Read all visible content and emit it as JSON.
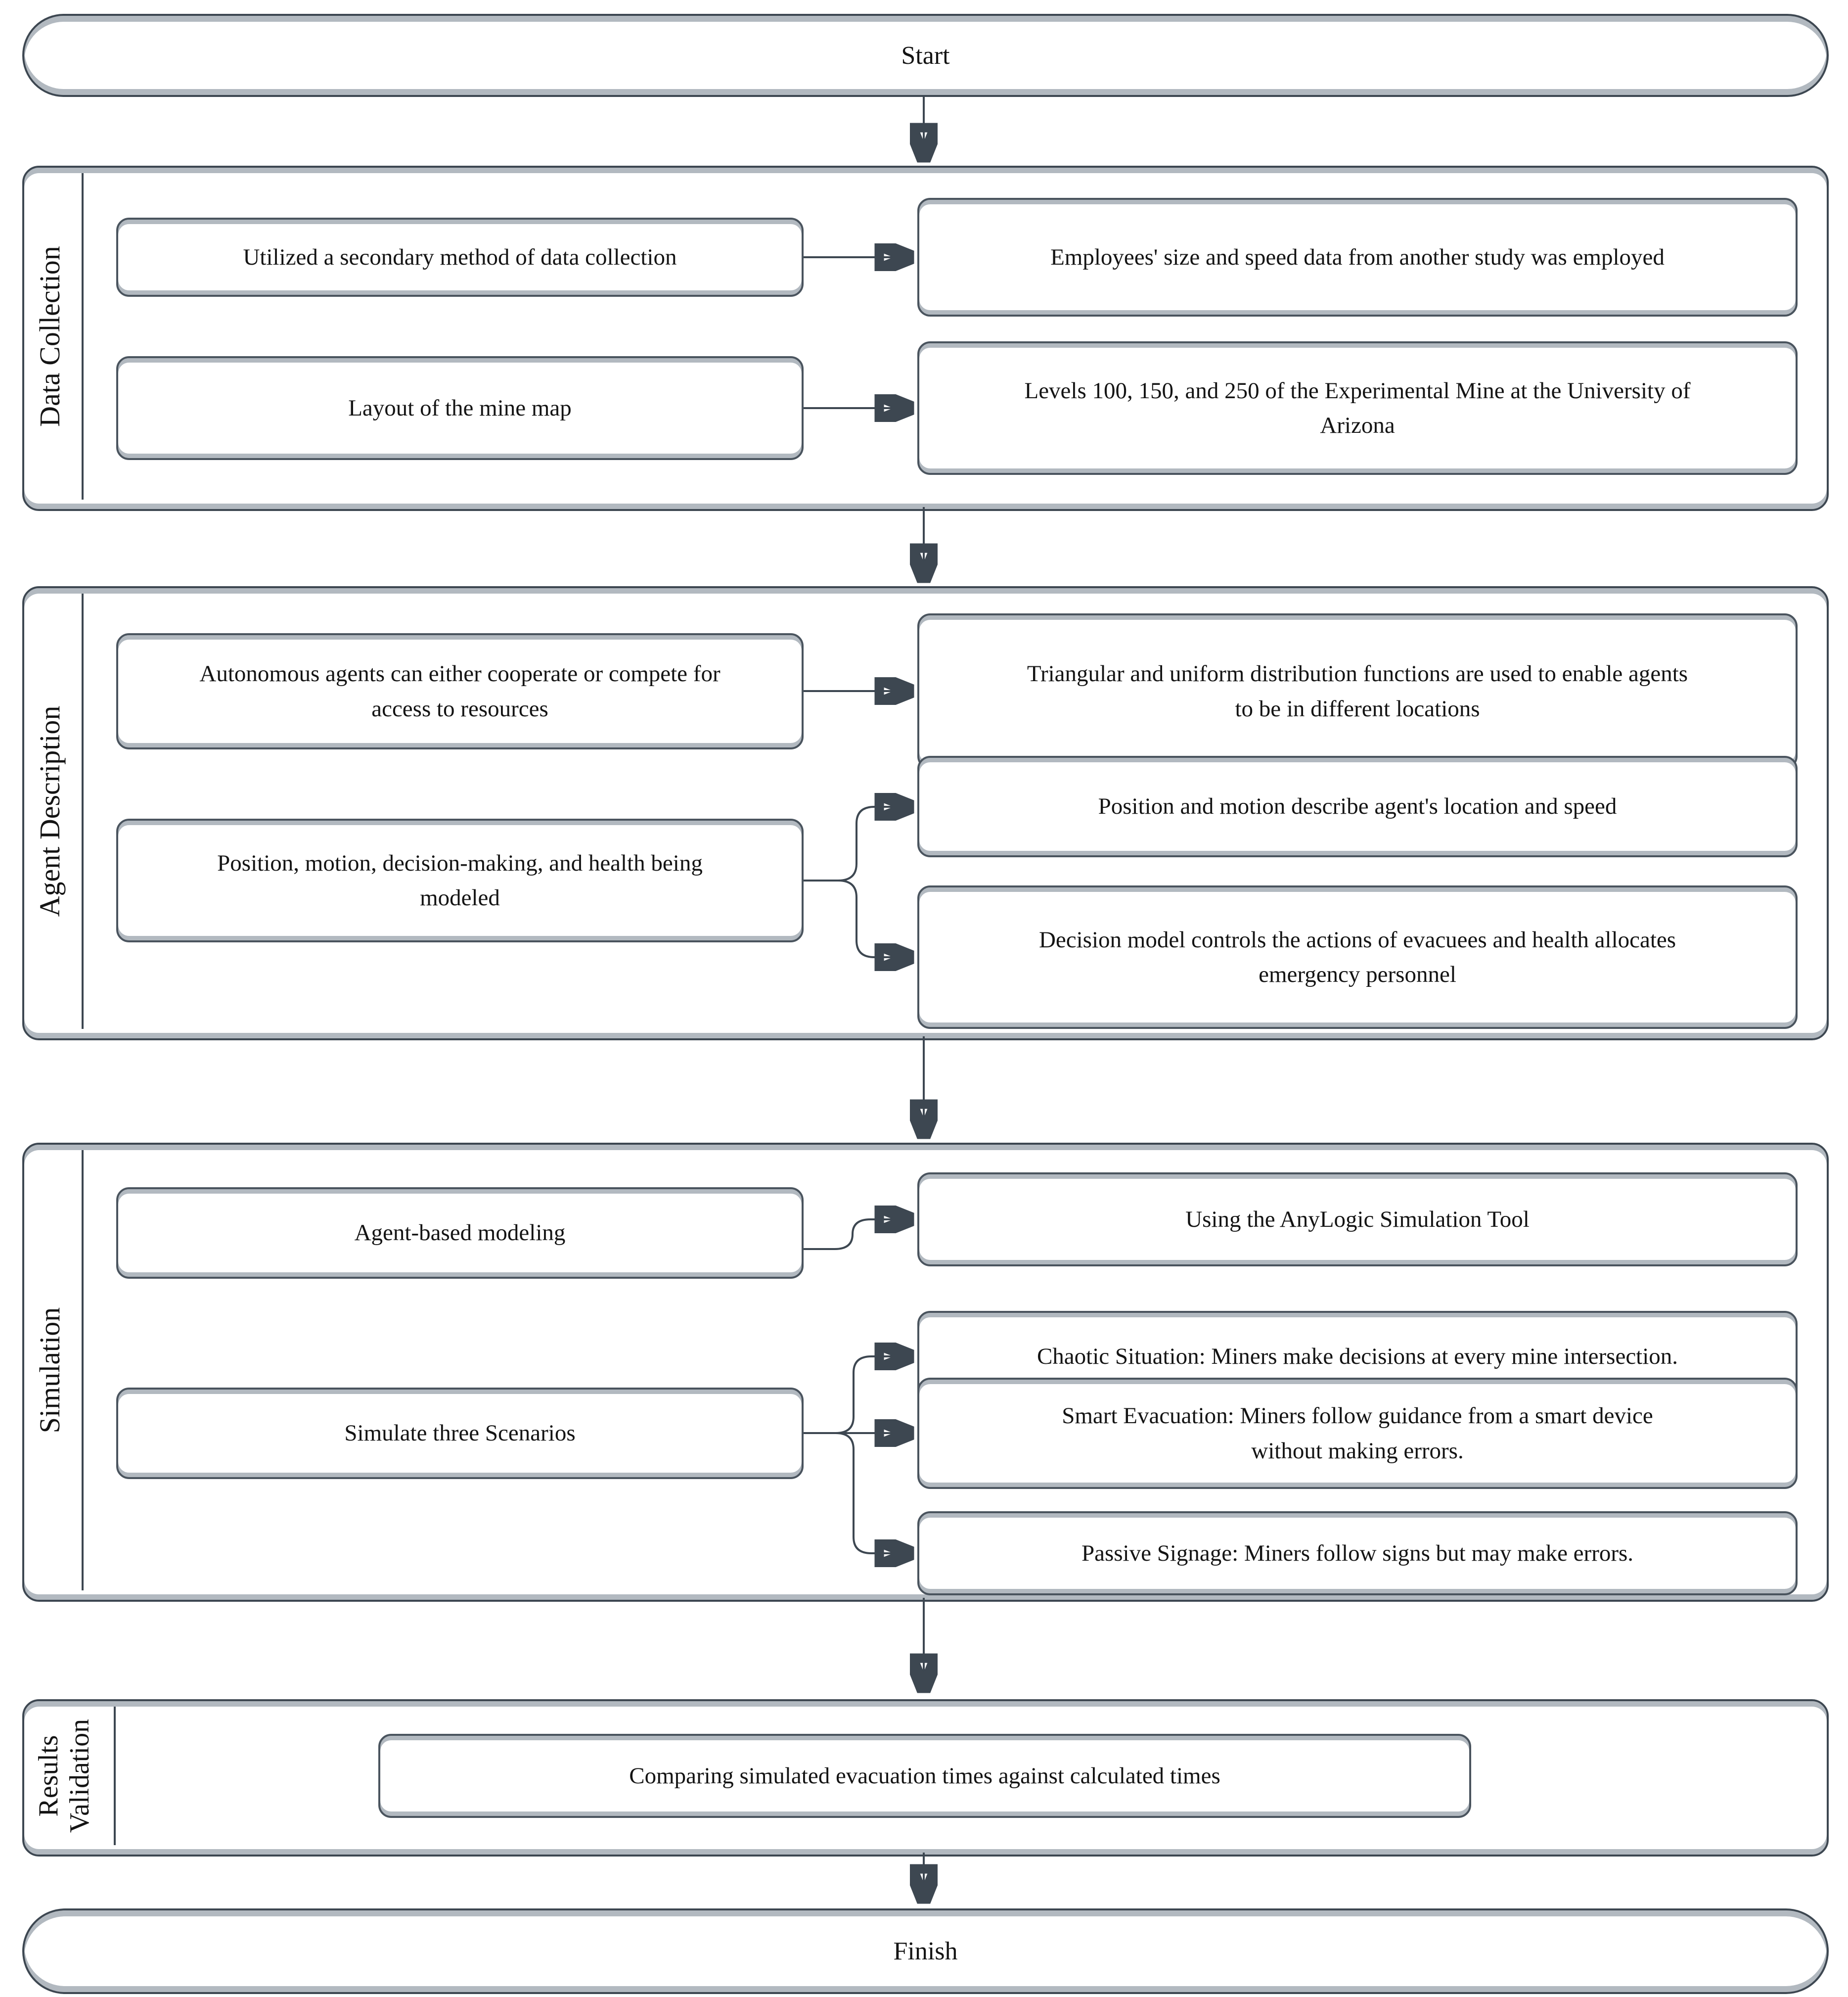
{
  "terminators": {
    "start": "Start",
    "finish": "Finish"
  },
  "sections": {
    "data_collection": {
      "label": "Data Collection",
      "left1": "Utilized a secondary method of data collection",
      "right1": "Employees' size and speed data from another study was employed",
      "left2": "Layout of the mine map",
      "right2": "Levels 100, 150, and 250 of the Experimental Mine at the University of Arizona"
    },
    "agent_description": {
      "label": "Agent Description",
      "left1": "Autonomous agents can either cooperate or compete for access to resources",
      "right1": "Triangular and uniform distribution functions are used to enable agents to be in different locations",
      "left2": "Position, motion, decision-making, and health being modeled",
      "right2a": "Position and motion describe agent's location and speed",
      "right2b": "Decision model controls the actions of evacuees and health allocates emergency personnel"
    },
    "simulation": {
      "label": "Simulation",
      "left1": "Agent-based modeling",
      "right1": "Using the AnyLogic Simulation Tool",
      "left2": "Simulate three Scenarios",
      "right2a": "Chaotic Situation: Miners make decisions at every mine intersection.",
      "right2b": "Smart Evacuation: Miners follow guidance from a smart device without making errors.",
      "right2c": "Passive Signage: Miners follow signs but may make errors."
    },
    "results_validation": {
      "label": "Results Validation",
      "center": "Comparing simulated evacuation times against calculated times"
    }
  },
  "colors": {
    "stroke": "#3d4751",
    "band": "#b2b9c0",
    "text": "#141414",
    "background": "#ffffff"
  }
}
